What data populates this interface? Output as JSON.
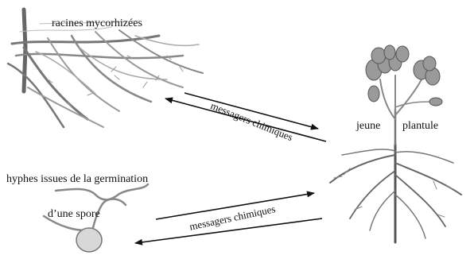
{
  "labels": {
    "racines": "racines mycorhizées",
    "hyphes": "hyphes issues de la germination",
    "spore": "d’une spore",
    "jeune": "jeune",
    "plantule": "plantule",
    "messagers_1": "messagers chimiques",
    "messagers_2": "messagers chimiques"
  },
  "colors": {
    "ink": "#111111",
    "root_gray": "#8a8a8a",
    "leaf_gray": "#9a9a9a",
    "spore_fill": "#d8d8d8"
  }
}
